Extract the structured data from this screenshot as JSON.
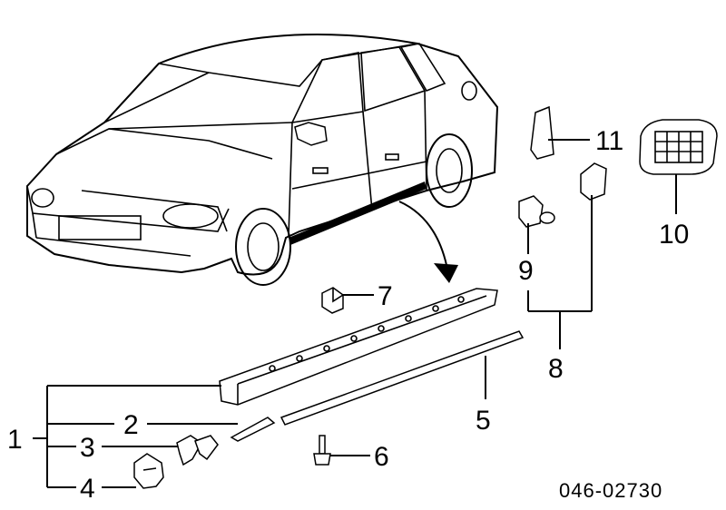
{
  "diagram": {
    "callouts": {
      "c1": "1",
      "c2": "2",
      "c3": "3",
      "c4": "4",
      "c5": "5",
      "c6": "6",
      "c7": "7",
      "c8": "8",
      "c9": "9",
      "c10": "10",
      "c11": "11"
    },
    "reference_code": "046-02730"
  }
}
